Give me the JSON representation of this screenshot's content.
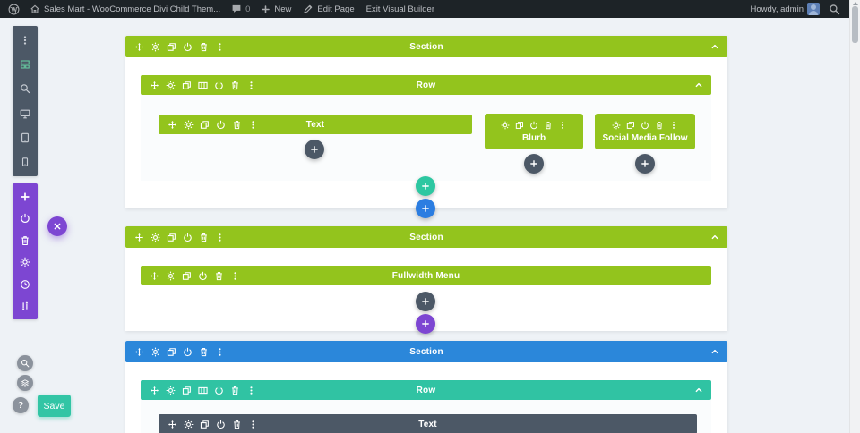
{
  "admin_bar": {
    "site_name": "Sales Mart - WooCommerce Divi Child Them...",
    "comments_count": "0",
    "new_label": "New",
    "edit_page_label": "Edit Page",
    "exit_label": "Exit Visual Builder",
    "howdy_label": "Howdy, admin"
  },
  "builder": {
    "section1": {
      "title": "Section",
      "row": {
        "title": "Row",
        "text_module": "Text",
        "blurb_module": "Blurb",
        "social_module": "Social Media Follow"
      }
    },
    "section2": {
      "title": "Section",
      "fullwidth_module": "Fullwidth Menu"
    },
    "section3": {
      "title": "Section",
      "row": {
        "title": "Row",
        "text_module": "Text"
      }
    }
  },
  "footer": {
    "save_label": "Save",
    "help_label": "?"
  },
  "colors": {
    "green_global": "#93c41d",
    "teal_row": "#30c3a3",
    "blue_section": "#2b87da",
    "module_gray": "#4c5866",
    "purple": "#7d46d2",
    "add_teal": "#2dc7a1",
    "add_blue": "#2b7de1",
    "save_teal": "#32c5a5",
    "adminbar_bg": "#1d2327",
    "page_bg": "#eef2f6"
  }
}
